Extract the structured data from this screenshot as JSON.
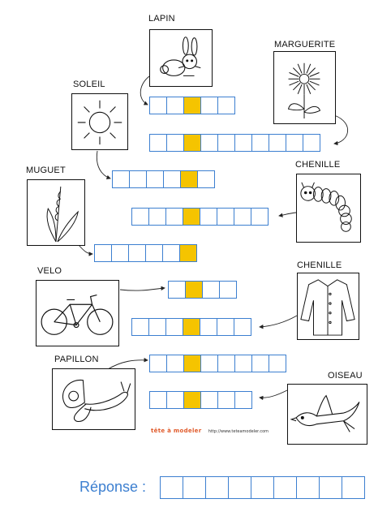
{
  "labels": {
    "lapin": "LAPIN",
    "marguerite": "MARGUERITE",
    "soleil": "SOLEIL",
    "muguet": "MUGUET",
    "chenille": "CHENILLE",
    "velo": "VELO",
    "chemise_label": "CHENILLE",
    "papillon": "PAPILLON",
    "oiseau": "OISEAU"
  },
  "word_rows": [
    {
      "name": "lapin-row",
      "cells": 5,
      "key_index": 2
    },
    {
      "name": "marguerite-row",
      "cells": 10,
      "key_index": 2
    },
    {
      "name": "soleil-row",
      "cells": 6,
      "key_index": 4
    },
    {
      "name": "chenille-row",
      "cells": 8,
      "key_index": 3
    },
    {
      "name": "muguet-row",
      "cells": 6,
      "key_index": 5
    },
    {
      "name": "velo-row",
      "cells": 4,
      "key_index": 1
    },
    {
      "name": "chemise-row",
      "cells": 7,
      "key_index": 3
    },
    {
      "name": "papillon-row",
      "cells": 8,
      "key_index": 2
    },
    {
      "name": "oiseau-row",
      "cells": 6,
      "key_index": 2
    }
  ],
  "footer": {
    "site_logo": "tête à modeler",
    "site_url": "http://www.teteamodeler.com"
  },
  "answer": {
    "label": "Réponse :",
    "cells": 9
  },
  "colors": {
    "cell_border": "#3c7fd0",
    "key_cell": "#f5c400",
    "answer_label": "#3c7fd0"
  }
}
